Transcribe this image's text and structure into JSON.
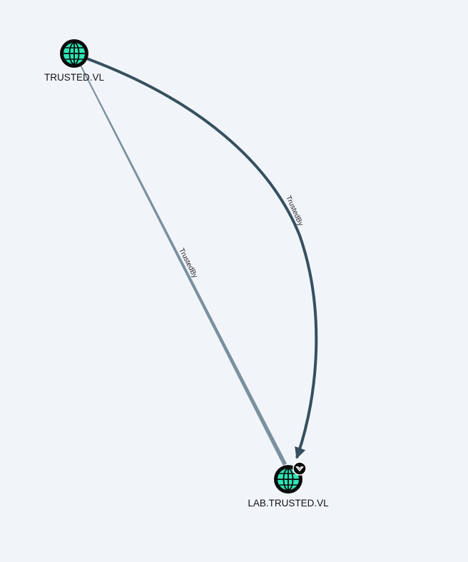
{
  "nodes": [
    {
      "id": "trusted",
      "label": "TRUSTED.VL",
      "type": "domain",
      "icon": "globe-icon",
      "color": "#2ee6b7"
    },
    {
      "id": "lab",
      "label": "LAB.TRUSTED.VL",
      "type": "domain",
      "icon": "globe-icon",
      "color": "#2ee6b7",
      "badge": "target-badge-icon"
    }
  ],
  "edges": [
    {
      "from": "trusted",
      "to": "lab",
      "label": "TrustedBy",
      "style": "straight",
      "color": "#7b909f"
    },
    {
      "from": "trusted",
      "to": "lab",
      "label": "TrustedBy",
      "style": "curved",
      "color": "#36505f"
    }
  ]
}
